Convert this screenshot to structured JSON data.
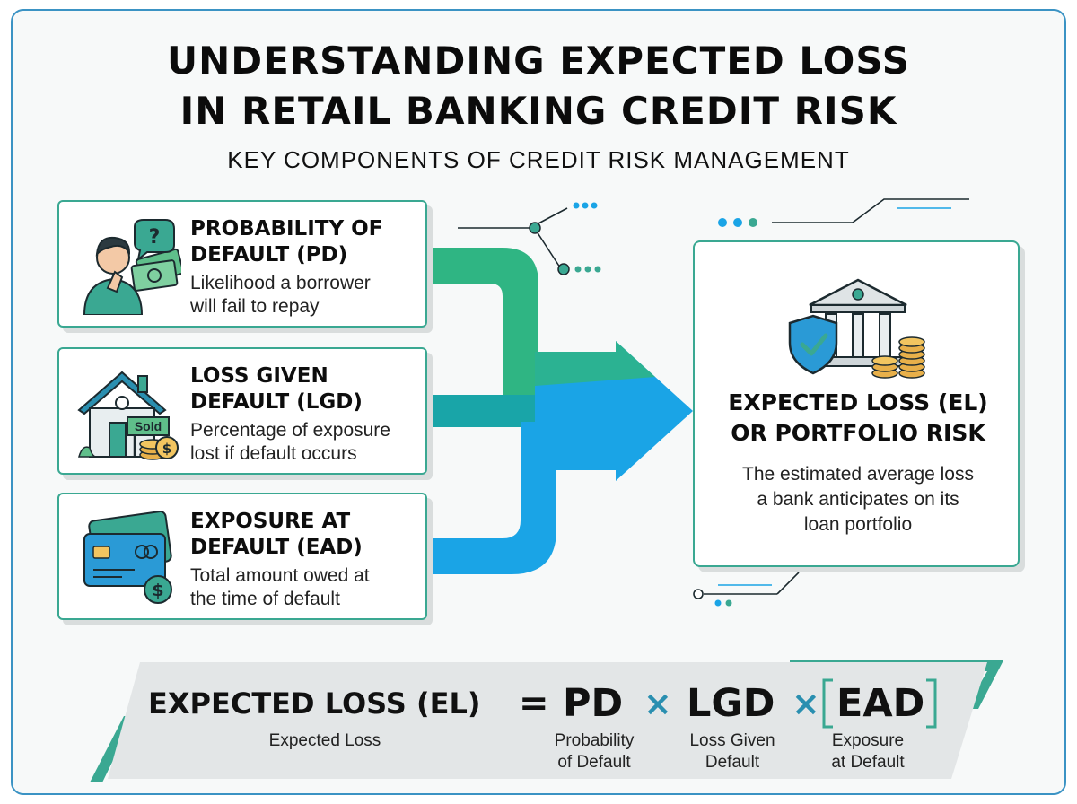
{
  "header": {
    "title_line1": "UNDERSTANDING EXPECTED LOSS",
    "title_line2": "IN RETAIL BANKING CREDIT RISK",
    "subtitle": "KEY COMPONENTS OF CREDIT RISK MANAGEMENT"
  },
  "components": [
    {
      "title_line1": "PROBABILITY OF",
      "title_line2": "DEFAULT (PD)",
      "desc_line1": "Likelihood a borrower",
      "desc_line2": "will fail to repay",
      "icon": "borrower-question-icon"
    },
    {
      "title_line1": "LOSS GIVEN",
      "title_line2": "DEFAULT (LGD)",
      "desc_line1": "Percentage of exposure",
      "desc_line2": "lost if default occurs",
      "icon": "house-sold-icon",
      "sign_text": "Sold"
    },
    {
      "title_line1": "EXPOSURE AT",
      "title_line2": "DEFAULT (EAD)",
      "desc_line1": "Total amount owed at",
      "desc_line2": "the time of default",
      "icon": "credit-card-dollar-icon"
    }
  ],
  "result": {
    "title_line1": "EXPECTED LOSS (EL)",
    "title_line2": "OR PORTFOLIO RISK",
    "desc_line1": "The estimated average loss",
    "desc_line2": "a bank anticipates on its",
    "desc_line3": "loan portfolio",
    "icon": "bank-shield-coins-icon"
  },
  "formula": {
    "el": "EXPECTED LOSS (EL)",
    "equals": "=",
    "pd": "PD",
    "times1": "×",
    "lgd": "LGD",
    "times2": "×",
    "ead": "EAD",
    "el_sub": "Expected Loss",
    "pd_sub_line1": "Probability",
    "pd_sub_line2": "of Default",
    "lgd_sub_line1": "Loss Given",
    "lgd_sub_line2": "Default",
    "ead_sub_line1": "Exposure",
    "ead_sub_line2": "at Default"
  },
  "colors": {
    "teal": "#3aa892",
    "green": "#2fb583",
    "blue": "#1aa4e6",
    "frame": "#3b93c4"
  }
}
